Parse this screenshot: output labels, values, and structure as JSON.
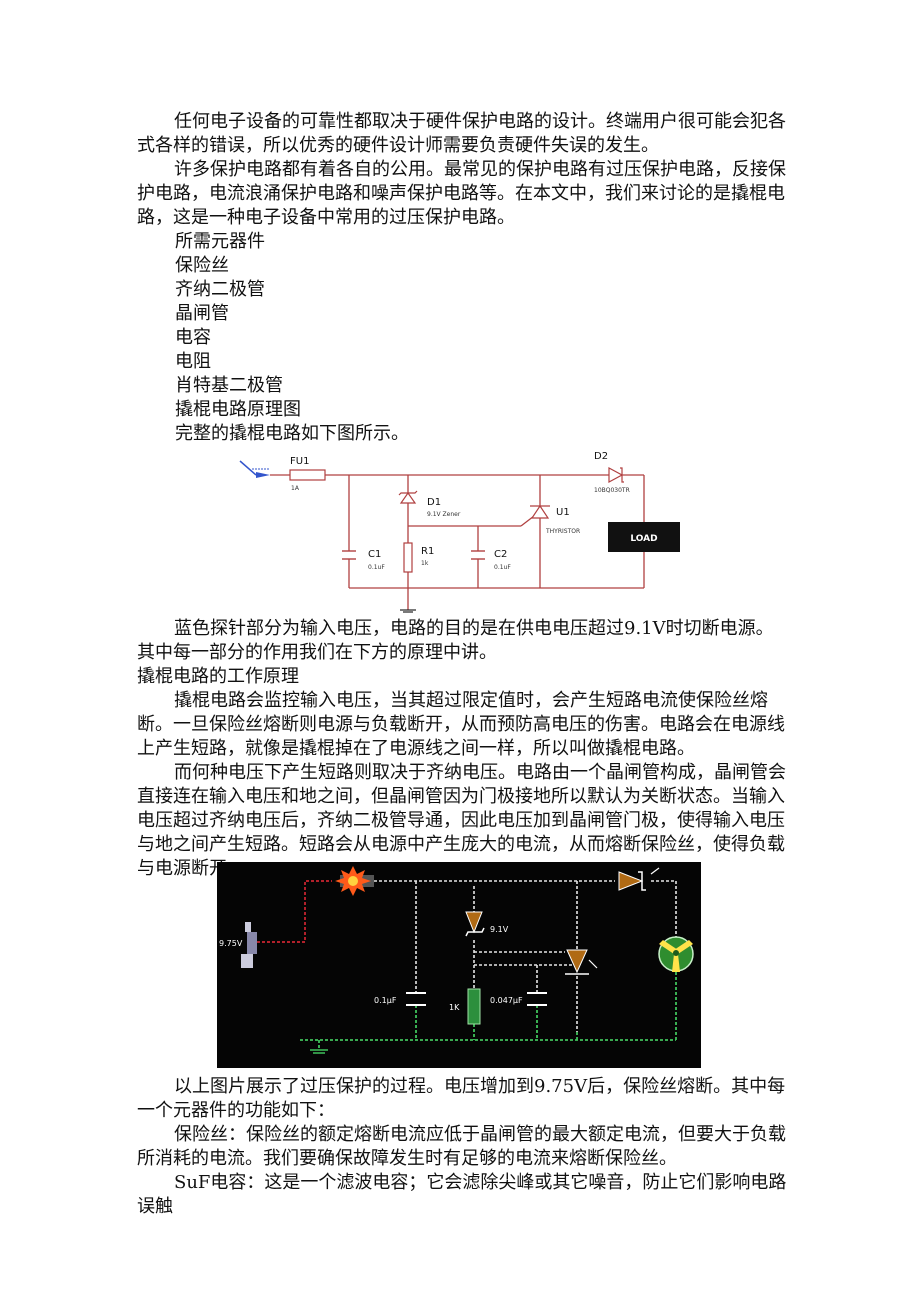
{
  "paragraphs": {
    "p1": "任何电子设备的可靠性都取决于硬件保护电路的设计。终端用户很可能会犯各式各样的错误，所以优秀的硬件设计师需要负责硬件失误的发生。",
    "p2": "许多保护电路都有着各自的公用。最常见的保护电路有过压保护电路，反接保护电路，电流浪涌保护电路和噪声保护电路等。在本文中，我们来讨论的是撬棍电路，这是一种电子设备中常用的过压保护电路。",
    "p3": "蓝色探针部分为输入电压，电路的目的是在供电电压超过9.1V时切断电源。其中每一部分的作用我们在下方的原理中讲。",
    "heading2": "撬棍电路的工作原理",
    "p4": "撬棍电路会监控输入电压，当其超过限定值时，会产生短路电流使保险丝熔断。一旦保险丝熔断则电源与负载断开，从而预防高电压的伤害。电路会在电源线上产生短路，就像是撬棍掉在了电源线之间一样，所以叫做撬棍电路。",
    "p5": "而何种电压下产生短路则取决于齐纳电压。电路由一个晶闸管构成，晶闸管会直接连在输入电压和地之间，但晶闸管因为门极接地所以默认为关断状态。当输入电压超过齐纳电压后，齐纳二极管导通，因此电压加到晶闸管门极，使得输入电压与地之间产生短路。短路会从电源中产生庞大的电流，从而熔断保险丝，使得负载与电源断开。",
    "p6": "以上图片展示了过压保护的过程。电压增加到9.75V后，保险丝熔断。其中每一个元器件的功能如下：",
    "p7": "保险丝：保险丝的额定熔断电流应低于晶闸管的最大额定电流，但要大于负载所消耗的电流。我们要确保故障发生时有足够的电流来熔断保险丝。",
    "p8": "SuF电容：这是一个滤波电容；它会滤除尖峰或其它噪音，防止它们影响电路误触"
  },
  "list": {
    "heading": "所需元器件",
    "items": [
      "保险丝",
      "齐纳二极管",
      "晶闸管",
      "电容",
      "电阻",
      "肖特基二极管"
    ],
    "schematic_heading": "撬棍电路原理图",
    "schematic_caption": "完整的撬棍电路如下图所示。"
  },
  "figure1": {
    "fu1": "FU1",
    "fu1_val": "1A",
    "d1": "D1",
    "d1_val": "9.1V Zener",
    "r1": "R1",
    "r1_val": "1k",
    "c1": "C1",
    "c1_val": "0.1uF",
    "c2": "C2",
    "c2_val": "0.1uF",
    "u1": "U1",
    "u1_val": "THYRISTOR",
    "d2": "D2",
    "d2_val": "10BQ030TR",
    "load": "LOAD"
  },
  "figure2": {
    "vin": "9.75V",
    "zener": "9.1V",
    "c1": "0.1µF",
    "r1": "1K",
    "c2": "0.047µF"
  }
}
